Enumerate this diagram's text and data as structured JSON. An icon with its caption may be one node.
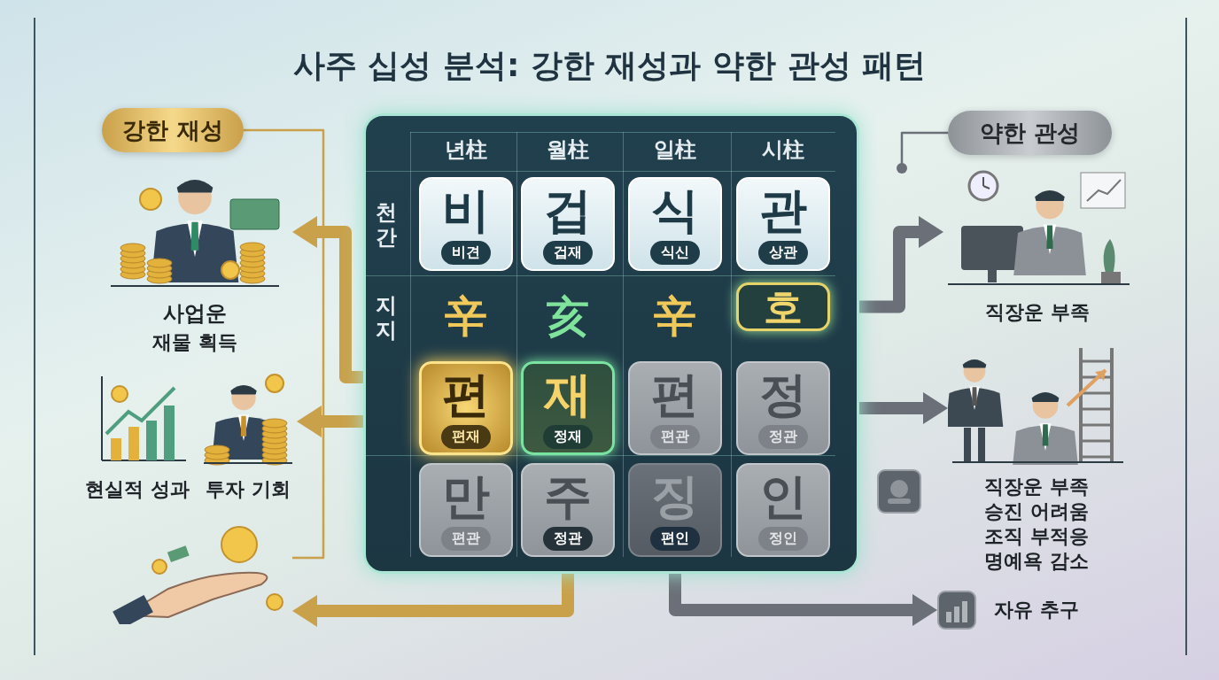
{
  "diagram": {
    "title": "사주 십성 분석: 강한 재성과 약한 관성 패턴",
    "nodes": [
      {
        "text": [
          "강한 재성"
        ]
      },
      {
        "text": [],
        "shape": "picture",
        "beside": [
          "사업운",
          "재물 획득"
        ]
      },
      {
        "text": [],
        "shape": "picture",
        "beside": [
          "현실적 성과"
        ]
      },
      {
        "text": [],
        "shape": "picture",
        "beside": [
          "투자 기회"
        ]
      },
      {
        "text": [],
        "shape": "picture"
      },
      {
        "text": [],
        "shape": "box"
      },
      {
        "text": [
          "비",
          "비견"
        ],
        "in": 5
      },
      {
        "text": [
          "겁",
          "겁재"
        ],
        "in": 5
      },
      {
        "text": [
          "식",
          "식신"
        ],
        "in": 5
      },
      {
        "text": [
          "관",
          "상관"
        ],
        "in": 5
      },
      {
        "text": [
          "호"
        ],
        "in": 5
      },
      {
        "text": [
          "편",
          "편재"
        ],
        "in": 5
      },
      {
        "text": [
          "재",
          "정재"
        ],
        "in": 5
      },
      {
        "text": [
          "편",
          "편관"
        ],
        "in": 5
      },
      {
        "text": [
          "정",
          "정관"
        ],
        "in": 5
      },
      {
        "text": [
          "만",
          "편관"
        ],
        "in": 5
      },
      {
        "text": [
          "주",
          "정관"
        ],
        "in": 5
      },
      {
        "text": [
          "징",
          "편인"
        ],
        "in": 5
      },
      {
        "text": [
          "인",
          "정인"
        ],
        "in": 5
      },
      {
        "text": [
          "약한 관성"
        ]
      },
      {
        "text": [],
        "shape": "picture",
        "beside": [
          "직장운 부족"
        ]
      },
      {
        "text": [],
        "shape": "picture",
        "beside": [
          "직장운 부족",
          "승진 어려움",
          "조직 부적응",
          "명예욕 감소"
        ]
      },
      {
        "text": [],
        "shape": "picture"
      },
      {
        "text": [],
        "shape": "picture",
        "beside": [
          "자유 추구"
        ]
      }
    ],
    "edges": [
      {
        "from": 11,
        "to": 1,
        "arrow": "to"
      },
      {
        "from": 11,
        "to": 3,
        "arrow": "to"
      },
      {
        "from": 16,
        "to": 4,
        "arrow": "to"
      },
      {
        "from": 10,
        "to": 20,
        "arrow": "to",
        "color": "#6b7078"
      },
      {
        "from": 14,
        "to": 21,
        "arrow": "to",
        "color": "#6b7078"
      },
      {
        "from": 17,
        "to": 23,
        "arrow": "to",
        "color": "#6b7078"
      },
      {
        "from": 0,
        "to": 4,
        "arrow": "none"
      },
      {
        "from": 19,
        "to": null,
        "arrow": "other",
        "color": "#6b7078"
      }
    ],
    "labels": [
      "년柱",
      "월柱",
      "일柱",
      "시柱",
      "천간",
      "지지",
      "辛",
      "亥",
      "辛"
    ]
  }
}
